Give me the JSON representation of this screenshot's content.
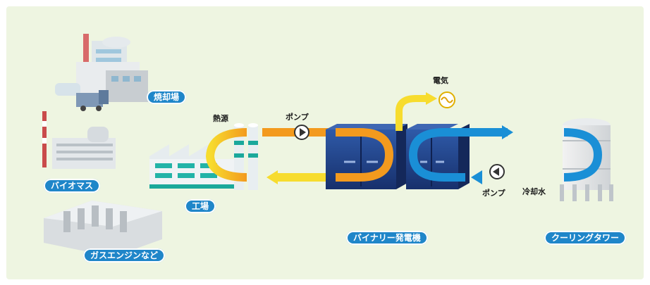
{
  "labels": {
    "incinerator": "焼却場",
    "biomass": "バイオマス",
    "gas_engine": "ガスエンジンなど",
    "factory": "工場",
    "binary_generator": "バイナリー発電機",
    "cooling_tower": "クーリングタワー",
    "heat_source": "熱源",
    "pump_top": "ポンプ",
    "electricity": "電気",
    "pump_bottom": "ポンプ",
    "cooling_water": "冷却水"
  },
  "colors": {
    "background": "#eef5e1",
    "pill": "#1f86c9",
    "hot_flow": "#f5a623",
    "warm_flow": "#f7dc2e",
    "cold_flow": "#1a8fd6",
    "generator": "#1e3f86"
  },
  "icons": [
    "pump-icon",
    "ac-generator-icon",
    "arrow-right-icon",
    "arrow-left-icon"
  ]
}
